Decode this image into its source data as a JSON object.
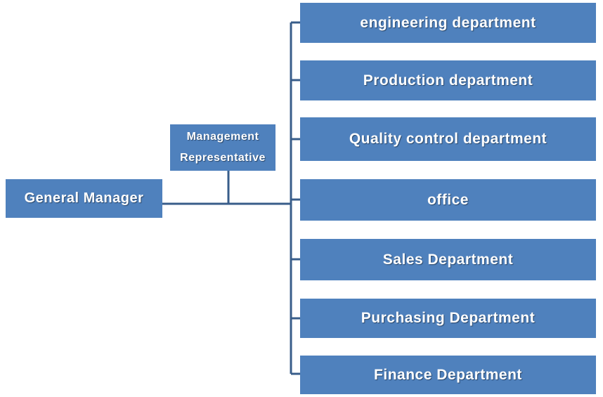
{
  "general_manager": "General Manager",
  "management_representative": {
    "line1": "Management",
    "line2": "Representative"
  },
  "departments": [
    "engineering department",
    "Production department",
    "Quality control department",
    "office",
    "Sales Department",
    "Purchasing Department",
    "Finance Department"
  ],
  "colors": {
    "box_fill": "#4f81bd",
    "box_text": "#ffffff",
    "connector": "#385d8a"
  }
}
